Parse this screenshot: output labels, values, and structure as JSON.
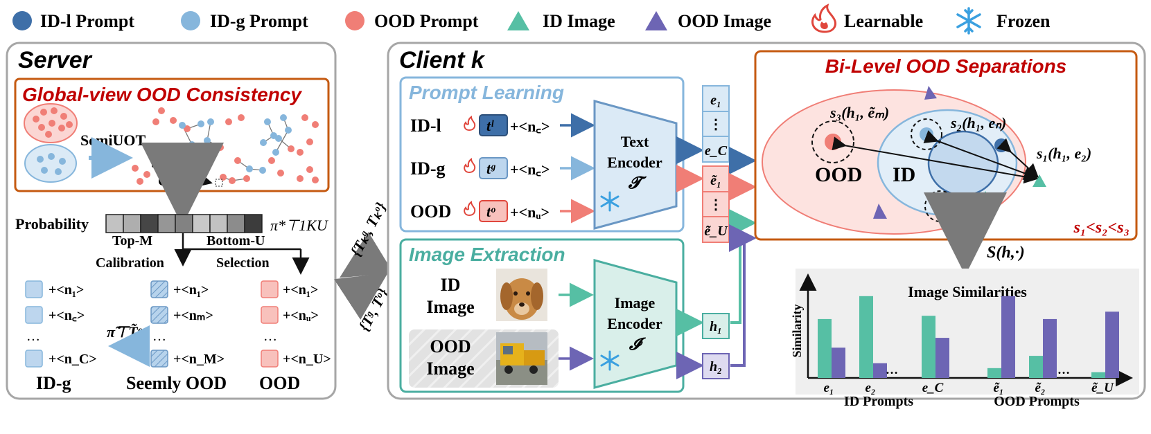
{
  "legend": {
    "items": [
      {
        "label": "ID-l Prompt"
      },
      {
        "label": "ID-g Prompt"
      },
      {
        "label": "OOD Prompt"
      },
      {
        "label": "ID Image"
      },
      {
        "label": "OOD Image"
      },
      {
        "label": "Learnable"
      },
      {
        "label": "Frozen"
      }
    ]
  },
  "colors": {
    "id_l": "#3e6fa8",
    "id_g": "#86b6dc",
    "ood": "#f07e76",
    "id_image": "#56bfa4",
    "ood_image": "#6d65b4",
    "frame_orange": "#c55a11",
    "title_red": "#c00000",
    "teal": "#4aaea0",
    "light_blue_border": "#86b6dc"
  },
  "server": {
    "title": "Server",
    "global_title": "Global-view OOD Consistency",
    "semiuot": "SemiUOT",
    "seemly1": "Seemly",
    "seemly2": "OOD",
    "probability": "Probability",
    "prob_formula": "π*⊤1KU",
    "prob_cells": [
      0.82,
      0.72,
      0.2,
      0.6,
      0.5,
      0.85,
      0.82,
      0.55,
      0.15
    ],
    "topm": "Top-M",
    "bottomu": "Bottom-U",
    "calibration": "Calibration",
    "selection": "Selection",
    "idg_rows": [
      "+<n₁>",
      "+<n꜀>",
      "…",
      "+<n_C>"
    ],
    "seemly_rows": [
      "+<n₁>",
      "+<nₘ>",
      "…",
      "+<n_M>"
    ],
    "ood_rows": [
      "+<n₁>",
      "+<nᵤ>",
      "…",
      "+<n_U>"
    ],
    "pi_formula": "π̃⊤T̃ᵒ",
    "col_idg": "ID-g",
    "col_seemly": "Seemly OOD",
    "col_ood": "OOD"
  },
  "transfer": {
    "upload": "{Tₖᵍ, Tₖᵒ}",
    "download": "{Tᵍ, Tᵒ}"
  },
  "client": {
    "title": "Client k",
    "prompt_learning": "Prompt Learning",
    "rows": [
      {
        "label": "ID-l",
        "token": "tˡ",
        "suffix": "+<n꜀>"
      },
      {
        "label": "ID-g",
        "token": "tᵍ",
        "suffix": "+<n꜀>"
      },
      {
        "label": "OOD",
        "token": "tᵒ",
        "suffix": "+<nᵤ>"
      }
    ],
    "text_encoder": [
      "Text",
      "Encoder",
      "𝓣"
    ],
    "embeddings": [
      "e₁",
      "⋮",
      "e_C",
      "ẽ₁",
      "⋮",
      "ẽ_U"
    ],
    "image_extraction": "Image Extraction",
    "id_image": [
      "ID",
      "Image"
    ],
    "ood_image": [
      "OOD",
      "Image"
    ],
    "image_encoder": [
      "Image",
      "Encoder",
      "𝓘"
    ],
    "h": [
      "h₁",
      "h₂"
    ]
  },
  "bilevel": {
    "title": "Bi-Level OOD Separations",
    "s3": "s₃(h₁, ẽₘ)",
    "s2": "s₂(h₁, eₙ)",
    "s1": "s₁(h₁, e₂)",
    "ood": "OOD",
    "id": "ID",
    "ineq": "s₁<s₂<s₃"
  },
  "similarity": {
    "arrow_label": "S(h,·)"
  },
  "chart_data": {
    "type": "bar",
    "title": "Image Similarities",
    "ylabel": "Similarity",
    "xlabel": "",
    "categories": [
      "e₁",
      "e₂",
      "e_C",
      "ẽ₁",
      "ẽ₂",
      "ẽ_U"
    ],
    "group_labels": [
      "ID Prompts",
      "OOD Prompts"
    ],
    "series": [
      {
        "values": [
          0.72,
          1.0,
          0.76,
          0.12,
          0.27,
          0.07
        ]
      },
      {
        "values": [
          0.37,
          0.18,
          0.49,
          1.0,
          0.72,
          0.81
        ]
      }
    ],
    "ylim": [
      0,
      1.1
    ],
    "grid": false
  }
}
